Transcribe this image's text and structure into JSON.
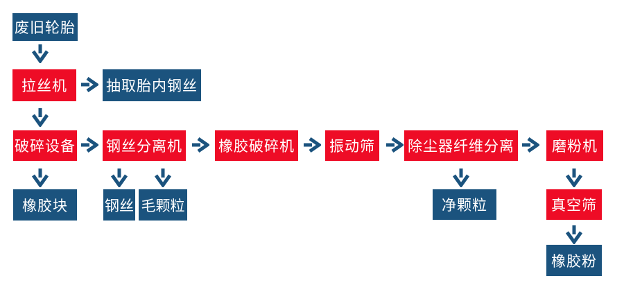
{
  "diagram": {
    "type": "flowchart",
    "subject": "废旧轮胎回收处理流程",
    "colors": {
      "process_box": "#ee0c26",
      "material_box": "#1b537e",
      "arrow": "#1b537e",
      "text": "#ffffff",
      "background": "#ffffff"
    },
    "nodes": {
      "waste_tire": "废旧轮胎",
      "wire_drawing_machine": "拉丝机",
      "extract_tire_steel_wire": "抽取胎内钢丝",
      "crushing_equipment": "破碎设备",
      "rubber_block": "橡胶块",
      "steel_wire_separator": "钢丝分离机",
      "steel_wire": "钢丝",
      "fuzzy_granules": "毛颗粒",
      "rubber_crusher": "橡胶破碎机",
      "vibrating_screen": "振动筛",
      "dust_collector_fiber_separation": "除尘器纤维分离",
      "clean_granules": "净颗粒",
      "mill": "磨粉机",
      "vacuum_screen": "真空筛",
      "rubber_powder": "橡胶粉"
    },
    "edges": [
      {
        "from": "waste_tire",
        "to": "wire_drawing_machine",
        "direction": "down"
      },
      {
        "from": "wire_drawing_machine",
        "to": "extract_tire_steel_wire",
        "direction": "right"
      },
      {
        "from": "wire_drawing_machine",
        "to": "crushing_equipment",
        "direction": "down"
      },
      {
        "from": "crushing_equipment",
        "to": "steel_wire_separator",
        "direction": "right"
      },
      {
        "from": "crushing_equipment",
        "to": "rubber_block",
        "direction": "down"
      },
      {
        "from": "steel_wire_separator",
        "to": "steel_wire",
        "direction": "down"
      },
      {
        "from": "steel_wire_separator",
        "to": "fuzzy_granules",
        "direction": "down"
      },
      {
        "from": "steel_wire_separator",
        "to": "rubber_crusher",
        "direction": "right"
      },
      {
        "from": "rubber_crusher",
        "to": "vibrating_screen",
        "direction": "right"
      },
      {
        "from": "vibrating_screen",
        "to": "dust_collector_fiber_separation",
        "direction": "right"
      },
      {
        "from": "dust_collector_fiber_separation",
        "to": "clean_granules",
        "direction": "down"
      },
      {
        "from": "dust_collector_fiber_separation",
        "to": "mill",
        "direction": "right"
      },
      {
        "from": "mill",
        "to": "vacuum_screen",
        "direction": "down"
      },
      {
        "from": "vacuum_screen",
        "to": "rubber_powder",
        "direction": "down"
      }
    ]
  }
}
